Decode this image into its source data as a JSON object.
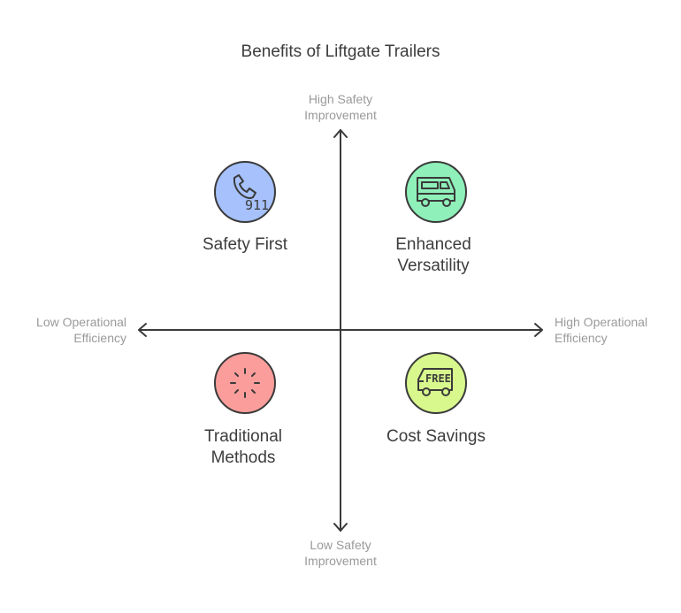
{
  "title": "Benefits of Liftgate Trailers",
  "axes": {
    "top": "High Safety Improvement",
    "bottom": "Low Safety Improvement",
    "left": "Low Operational Efficiency",
    "right": "High Operational Efficiency"
  },
  "quadrants": {
    "top_left": {
      "label": "Safety First",
      "icon": "phone-911-icon",
      "color": "#a6c1fb"
    },
    "top_right": {
      "label": "Enhanced Versatility",
      "icon": "rv-camper-icon",
      "color": "#8ff0b9"
    },
    "bottom_left": {
      "label": "Traditional Methods",
      "icon": "sun-burst-icon",
      "color": "#fb9e9b"
    },
    "bottom_right": {
      "label": "Cost Savings",
      "icon": "free-van-icon",
      "color": "#d8f78d"
    }
  },
  "icon_text": {
    "phone_number": "911",
    "van_sign": "FREE"
  }
}
